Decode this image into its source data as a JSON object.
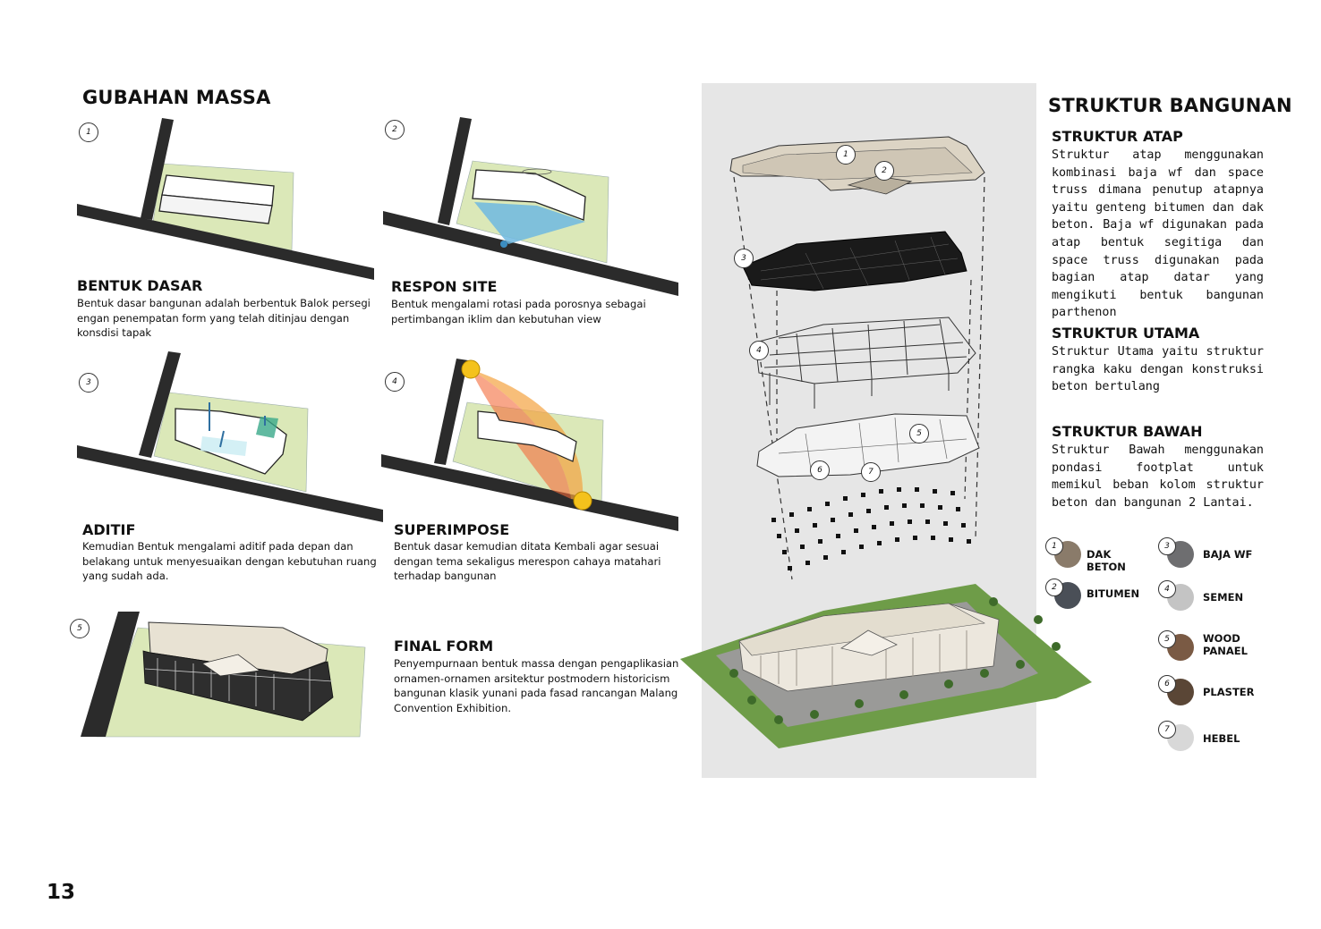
{
  "gubahan": {
    "title": "GUBAHAN MASSA",
    "steps": [
      {
        "num": "1",
        "title": "BENTUK DASAR",
        "desc": "Bentuk dasar bangunan adalah berbentuk Balok persegi engan penempatan form yang telah ditinjau dengan konsdisi tapak"
      },
      {
        "num": "2",
        "title": "RESPON SITE",
        "desc": "Bentuk mengalami rotasi pada porosnya sebagai pertimbangan iklim dan kebutuhan view"
      },
      {
        "num": "3",
        "title": "ADITIF",
        "desc": "Kemudian Bentuk mengalami aditif pada depan dan belakang untuk menyesuaikan dengan kebutuhan ruang yang sudah ada."
      },
      {
        "num": "4",
        "title": "SUPERIMPOSE",
        "desc": "Bentuk dasar kemudian ditata Kembali agar sesuai dengan tema sekaligus merespon cahaya matahari terhadap bangunan"
      },
      {
        "num": "5",
        "title": "FINAL FORM",
        "desc": "Penyempurnaan bentuk massa dengan pengaplikasian ornamen-ornamen arsitektur postmodern historicism bangunan klasik  yunani pada fasad rancangan Malang Convention Exhibition."
      }
    ]
  },
  "exploded": {
    "labels": [
      "1",
      "2",
      "3",
      "4",
      "5",
      "6",
      "7"
    ]
  },
  "struktur": {
    "title": "STRUKTUR BANGUNAN",
    "sections": [
      {
        "title": "STRUKTUR ATAP",
        "text": "Struktur atap menggunakan kombinasi baja wf dan space truss dimana penutup atapnya yaitu genteng bitumen dan dak beton. Baja wf digunakan pada atap bentuk segitiga dan space truss digunakan pada bagian atap datar yang mengikuti bentuk bangunan parthenon"
      },
      {
        "title": "STRUKTUR UTAMA",
        "text": "Struktur Utama yaitu struktur rangka kaku dengan konstruksi beton bertulang"
      },
      {
        "title": "STRUKTUR BAWAH",
        "text": "Struktur Bawah menggunakan pondasi footplat  untuk memikul beban kolom struktur beton dan bangunan 2 Lantai."
      }
    ]
  },
  "materials": [
    {
      "num": "1",
      "label": "DAK BETON",
      "color": "#8a7b6a"
    },
    {
      "num": "2",
      "label": "BITUMEN",
      "color": "#4a4f57"
    },
    {
      "num": "3",
      "label": "BAJA WF",
      "color": "#6e6e70"
    },
    {
      "num": "4",
      "label": "SEMEN",
      "color": "#c4c4c4"
    },
    {
      "num": "5",
      "label": "WOOD\nPANAEL",
      "color": "#7a5a44"
    },
    {
      "num": "6",
      "label": "PLASTER",
      "color": "#5a4636"
    },
    {
      "num": "7",
      "label": "HEBEL",
      "color": "#d8d8d8"
    }
  ],
  "page_number": "13",
  "colors": {
    "site": "#dbe8b8",
    "road": "#2b2b2b",
    "panel_bg": "#e6e6e6"
  }
}
